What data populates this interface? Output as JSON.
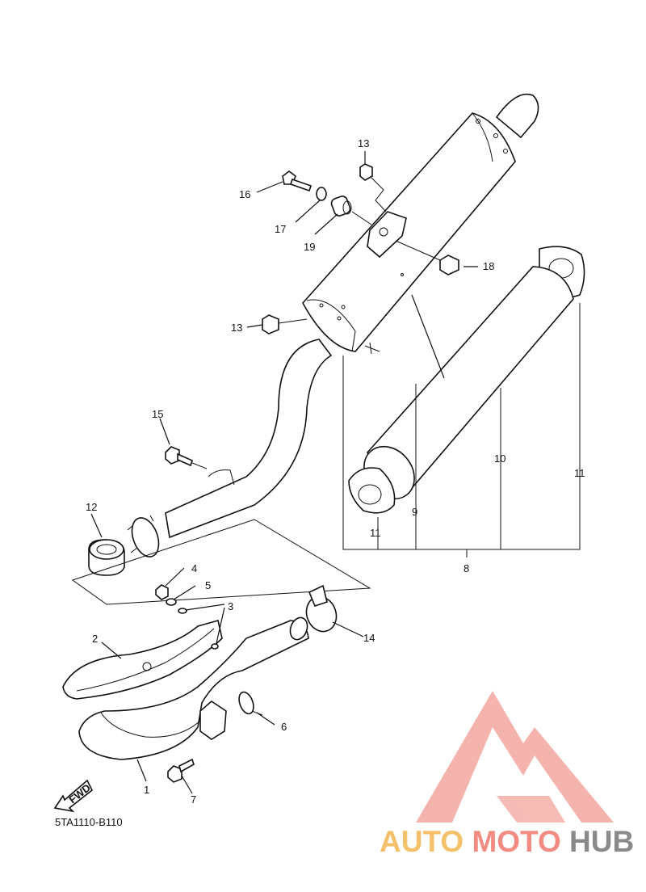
{
  "diagram": {
    "code": "5TA1110-B110",
    "fwd_label": "FWD",
    "callouts": {
      "p1": "1",
      "p2": "2",
      "p3": "3",
      "p4": "4",
      "p5": "5",
      "p6": "6",
      "p7": "7",
      "p8": "8",
      "p9": "9",
      "p10": "10",
      "p11a": "11",
      "p11b": "11",
      "p12": "12",
      "p13a": "13",
      "p13b": "13",
      "p14": "14",
      "p15": "15",
      "p16": "16",
      "p17": "17",
      "p18": "18",
      "p19": "19"
    }
  },
  "watermark": {
    "part1": "AUTO",
    "part2": "MOTO",
    "part3": "HUB",
    "colors": {
      "auto": "#f5c06a",
      "moto": "#f28b82",
      "hub": "#8a8a8a",
      "logo": "#f4a6a0"
    }
  }
}
